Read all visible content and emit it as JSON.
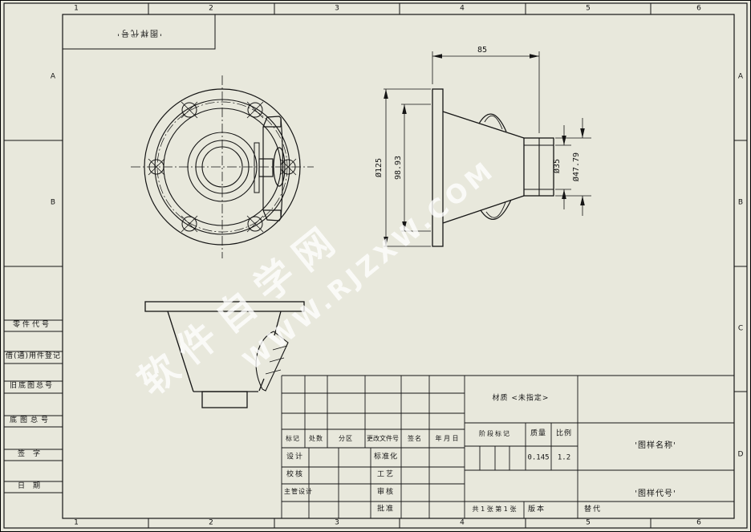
{
  "sheet": {
    "zones_horizontal": [
      "1",
      "2",
      "3",
      "4",
      "5",
      "6"
    ],
    "zones_vertical_right": [
      "A",
      "B",
      "C",
      "D"
    ],
    "zones_vertical_left": [
      "A",
      "B"
    ],
    "corner_code": "'图样代号'"
  },
  "margin_labels": {
    "part_code": "零件代号",
    "borrowed": "借(通)用件登记",
    "old_base_no": "旧底图总号",
    "base_no": "底图总号",
    "signature": "签字",
    "date": "日期"
  },
  "dimensions": {
    "overall_length": "85",
    "flange_dia": "Ø125",
    "mouth_dia": "98.93",
    "neck_inner_dia": "Ø35",
    "neck_outer_dia": "Ø47.79"
  },
  "title_block": {
    "change_header": {
      "mark": "标记",
      "count": "处数",
      "zone": "分区",
      "doc_no": "更改文件号",
      "sign": "签名",
      "date": "年 月 日"
    },
    "roles": {
      "design": "设计",
      "standardize": "标准化",
      "check": "校核",
      "process": "工艺",
      "chief_design": "主管设计",
      "audit": "审核",
      "approve": "批准"
    },
    "material": "材质 <未指定>",
    "stage_label": "阶段标记",
    "mass_label": "质量",
    "scale_label": "比例",
    "mass_value": "0.145",
    "scale_value": "1.2",
    "drawing_name": "'图样名称'",
    "drawing_code": "'图样代号'",
    "sheet_info": "共 1 张 第 1 张",
    "version_label": "版本",
    "replace_label": "替代"
  },
  "watermark": {
    "line1": "软件自学网",
    "line2": "WWW.RJZXW.COM"
  }
}
